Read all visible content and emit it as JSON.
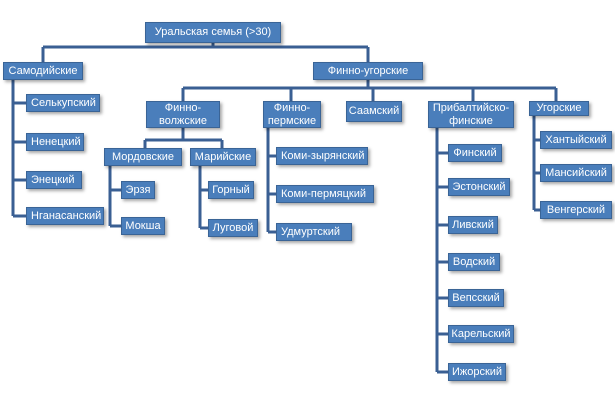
{
  "colors": {
    "node_fill": "#4A7EBB",
    "node_border": "#3A6496",
    "connector": "#3A5F93",
    "text": "#ffffff"
  },
  "tree": {
    "root": "Уральская семья (>30)",
    "samodian": {
      "label": "Самодийские",
      "children": [
        "Селькупский",
        "Ненецкий",
        "Энецкий",
        "Нганасанский"
      ]
    },
    "finno_ugric": {
      "label": "Финно-угорские",
      "finno_volgaic": {
        "label": "Финно-\nволжские",
        "mordvinic": {
          "label": "Мордовские",
          "children": [
            "Эрзя",
            "Мокша"
          ]
        },
        "mari": {
          "label": "Марийские",
          "children": [
            "Горный",
            "Луговой"
          ]
        }
      },
      "finno_permic": {
        "label": "Финно-\nпермские",
        "children": [
          "Коми-зырянский",
          "Коми-пермяцкий",
          "Удмуртский"
        ]
      },
      "sami": {
        "label": "Саамский"
      },
      "baltic_finnic": {
        "label": "Прибалтийско-\nфинские",
        "children": [
          "Финский",
          "Эстонский",
          "Ливский",
          "Водский",
          "Вепсский",
          "Карельский",
          "Ижорский"
        ]
      },
      "ugric": {
        "label": "Угорские",
        "children": [
          "Хантыйский",
          "Мансийский",
          "Венгерский"
        ]
      }
    }
  }
}
